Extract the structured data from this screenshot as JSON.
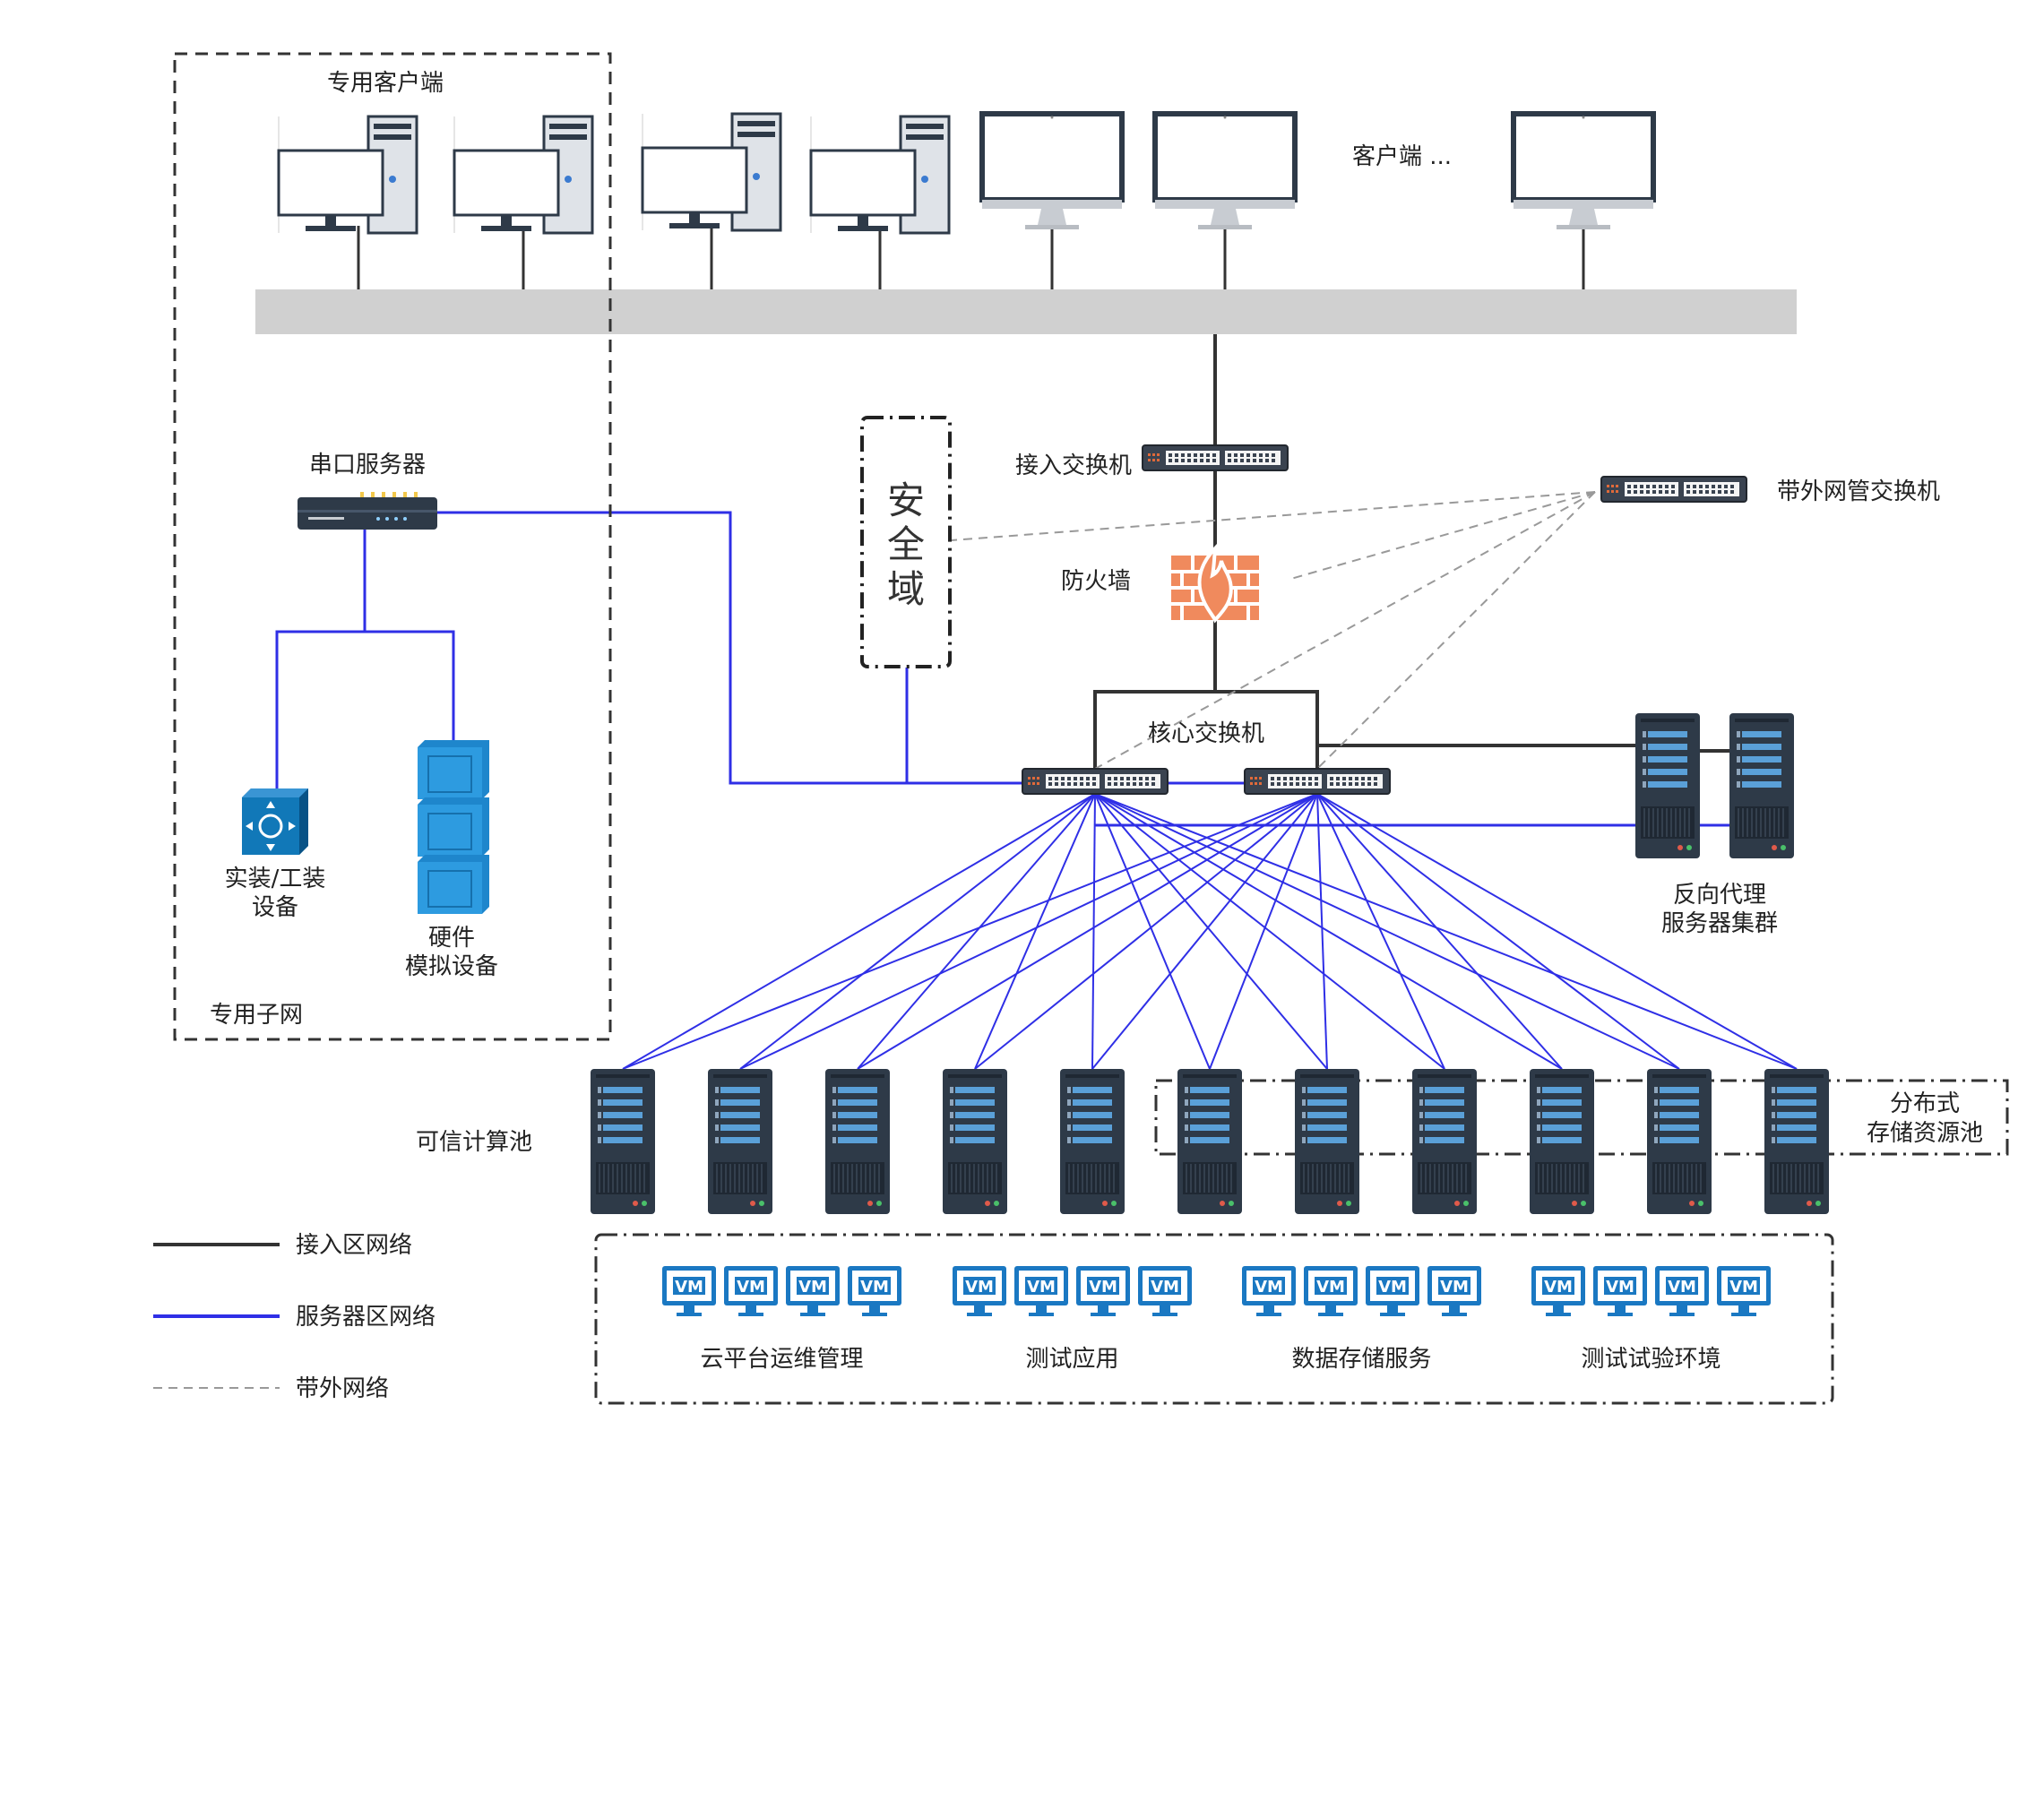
{
  "labels": {
    "dedicated_client": "专用客户端",
    "client_more": "客户端 ...",
    "access_switch": "接入交换机",
    "oob_switch": "带外网管交换机",
    "firewall": "防火墙",
    "security_domain": [
      "安",
      "全",
      "域"
    ],
    "core_switch": "核心交换机",
    "serial_server": "串口服务器",
    "field_device": [
      "实装/工装",
      "设备"
    ],
    "hw_sim": [
      "硬件",
      "模拟设备"
    ],
    "private_subnet": "专用子网",
    "reverse_proxy": [
      "反向代理",
      "服务器集群"
    ],
    "trusted_pool": "可信计算池",
    "distributed_storage": [
      "分布式",
      "存储资源池"
    ]
  },
  "legend": [
    {
      "label": "接入区网络",
      "color": "#333333",
      "style": "solid"
    },
    {
      "label": "服务器区网络",
      "color": "#2f2fe6",
      "style": "solid"
    },
    {
      "label": "带外网络",
      "color": "#999999",
      "style": "dashed"
    }
  ],
  "vm_text": "VM",
  "vm_groups": [
    {
      "label": "云平台运维管理"
    },
    {
      "label": "测试应用"
    },
    {
      "label": "数据存储服务"
    },
    {
      "label": "测试试验环境"
    }
  ],
  "colors": {
    "access_line": "#333333",
    "server_line": "#2f2fe6",
    "oob_line": "#999999",
    "bus": "#d0d0d0",
    "server_body": "#2e3a48",
    "server_accent": "#5aa0d8",
    "vm_blue": "#1a78c2",
    "firewall": "#f08a5d"
  }
}
